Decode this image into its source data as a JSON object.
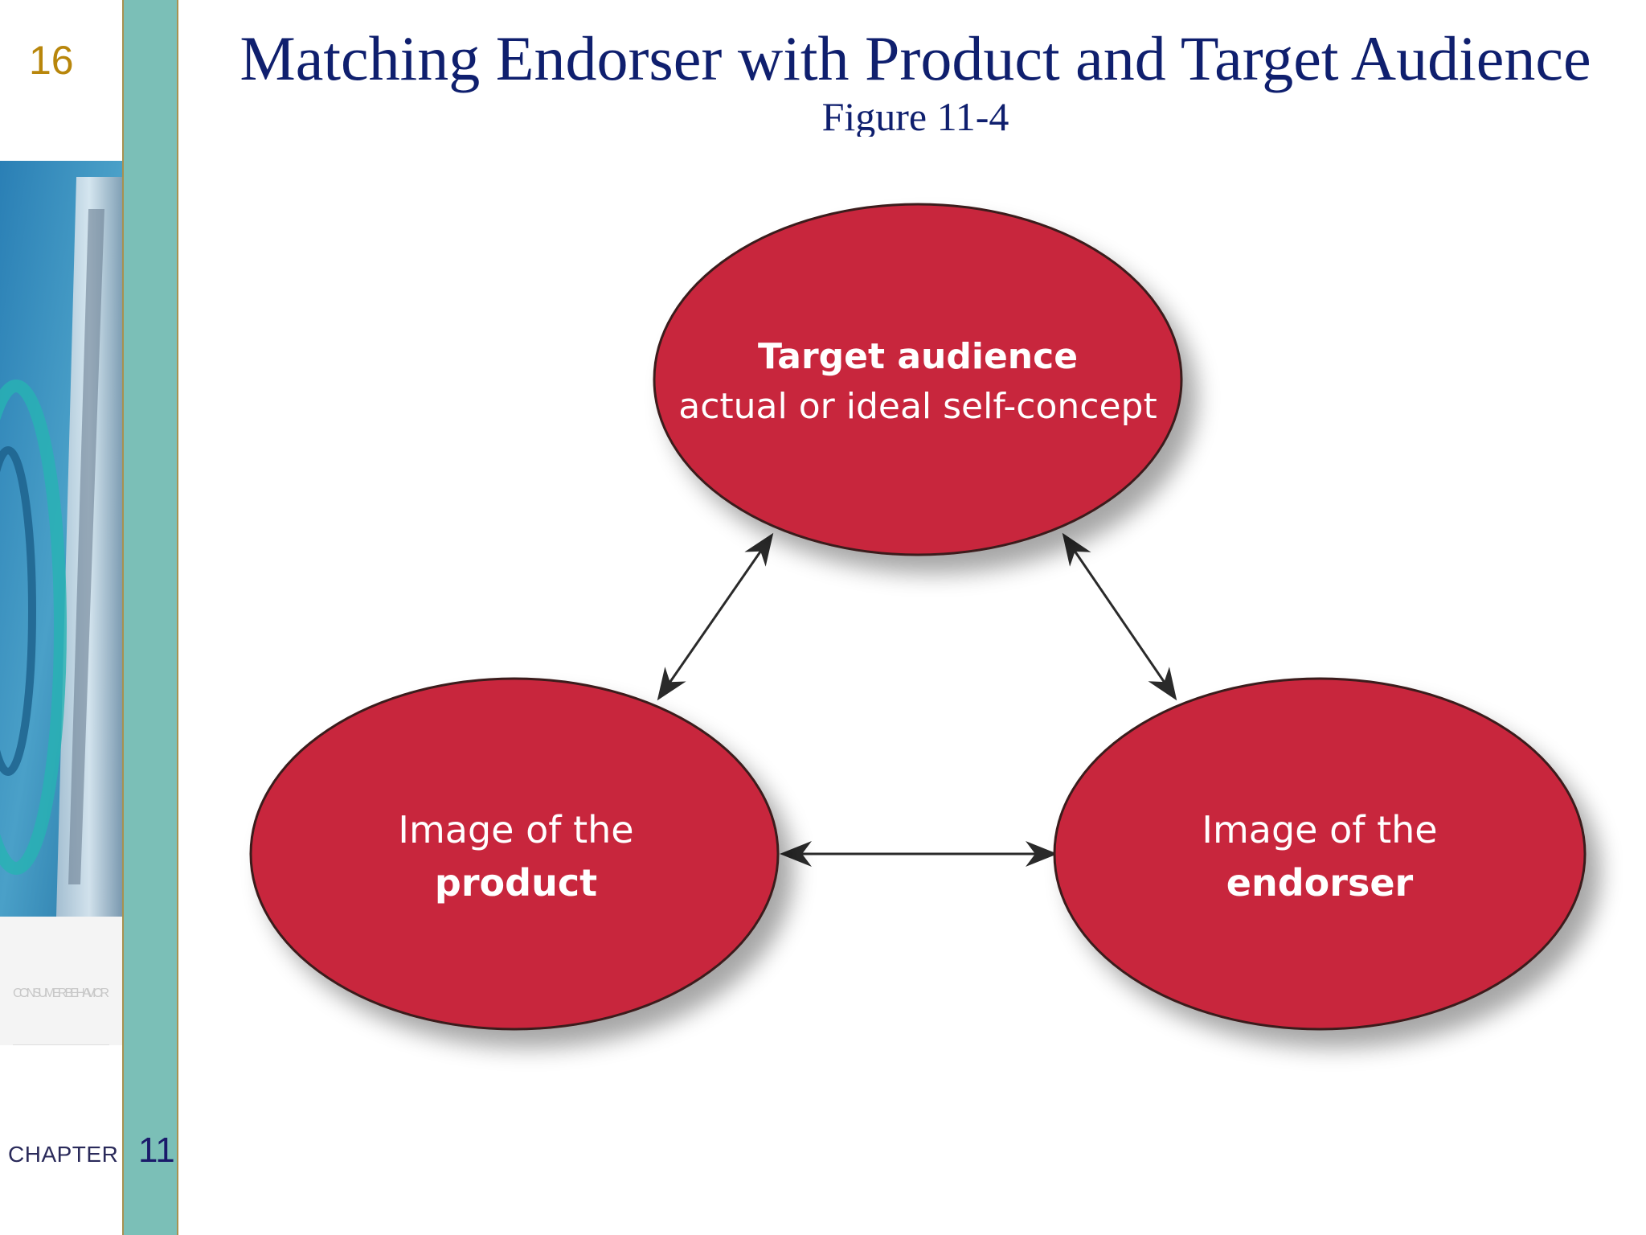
{
  "slide": {
    "number": "16",
    "title": "Matching Endorser with Product and Target Audience",
    "subtitle": "Figure 11-4",
    "chapter_label": "CHAPTER",
    "chapter_number": "11",
    "cover_text": "CONSUMER BEHAVIOR"
  },
  "diagram": {
    "node_color": "#c8283c",
    "nodes": [
      {
        "id": "target-audience",
        "line1": "Target audience",
        "line2": "actual or ideal self-concept"
      },
      {
        "id": "product-image",
        "line1": "Image of the",
        "line2": "product"
      },
      {
        "id": "endorser-image",
        "line1": "Image of the",
        "line2": "endorser"
      }
    ],
    "connections": [
      {
        "from": "target-audience",
        "to": "product-image",
        "direction": "both"
      },
      {
        "from": "target-audience",
        "to": "endorser-image",
        "direction": "both"
      },
      {
        "from": "product-image",
        "to": "endorser-image",
        "direction": "both"
      }
    ]
  }
}
